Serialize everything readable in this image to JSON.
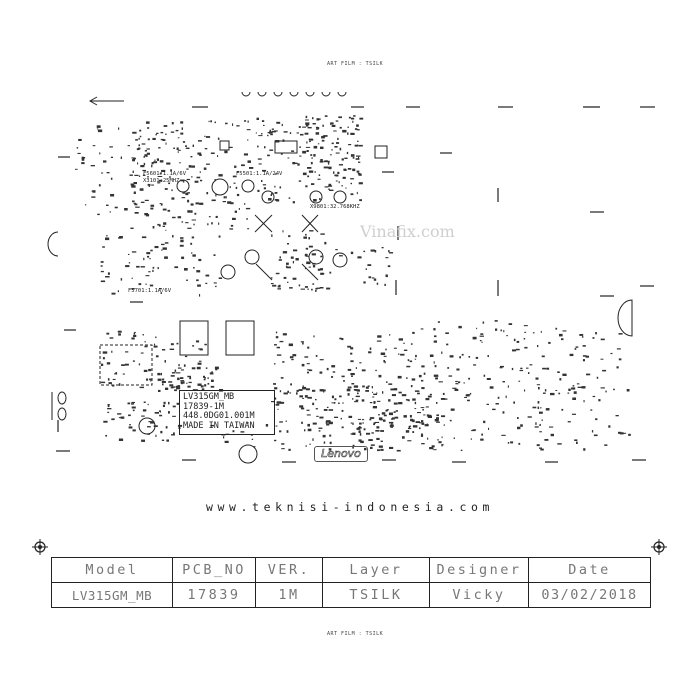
{
  "header_text": "ART FILM : TSILK",
  "footer_text": "ART FILM : TSILK",
  "watermark": "Vinafix.com",
  "board_label": {
    "lines": [
      "LV315GM_MB",
      "17839-1M",
      "448.0DG01.001M",
      "MADE IN TAIWAN"
    ]
  },
  "logo_text": "Lenovo",
  "website": "www.teknisi-indonesia.com",
  "silk_labels": {
    "fuse_5601": "F5601:1.1A/6V",
    "crystal_3101": "X3101:25MHZ",
    "fuse_5501": "F5501:1.1A/24V",
    "crystal_9801": "X9801:32.768KHZ",
    "fuse_5701": "F5701:1.1A/6V"
  },
  "title_block": {
    "headers": [
      "Model",
      "PCB_NO",
      "VER.",
      "Layer",
      "Designer",
      "Date"
    ],
    "values": [
      "LV315GM_MB",
      "17839",
      "1M",
      "TSILK",
      "Vicky",
      "03/02/2018"
    ]
  },
  "colors": {
    "ink": "#222222",
    "header_gray": "#777777",
    "watermark": "#cfcfcf"
  }
}
